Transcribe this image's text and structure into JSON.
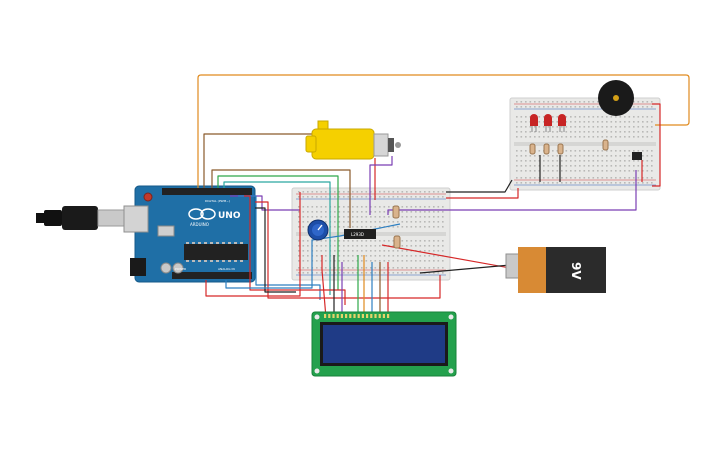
{
  "arduino": {
    "brand": "UNO",
    "logo_text": "ARDUINO",
    "digital_label": "DIGITAL (PWM~)",
    "analog_label": "ANALOG IN",
    "power_label": "POWER"
  },
  "battery": {
    "label": "9V"
  },
  "ic": {
    "label": "L293D"
  },
  "colors": {
    "arduino_board": "#1f6fa6",
    "breadboard": "#e9e9e7",
    "lcd_board": "#24a14d",
    "lcd_screen": "#1f3b86",
    "motor": "#f5d000",
    "battery_body": "#d88a34",
    "battery_cap": "#2b2b2b",
    "led": "#c72424",
    "buzzer": "#1a1a1a",
    "potentiometer": "#1d4ea8",
    "wire_orange": "#e08a1e",
    "wire_red": "#d62828",
    "wire_black": "#222222",
    "wire_purple": "#7b3fb3",
    "wire_green": "#2fa84a",
    "wire_blue": "#2d7fc1",
    "wire_brown": "#8a5a2b",
    "wire_teal": "#2aa7a0"
  }
}
